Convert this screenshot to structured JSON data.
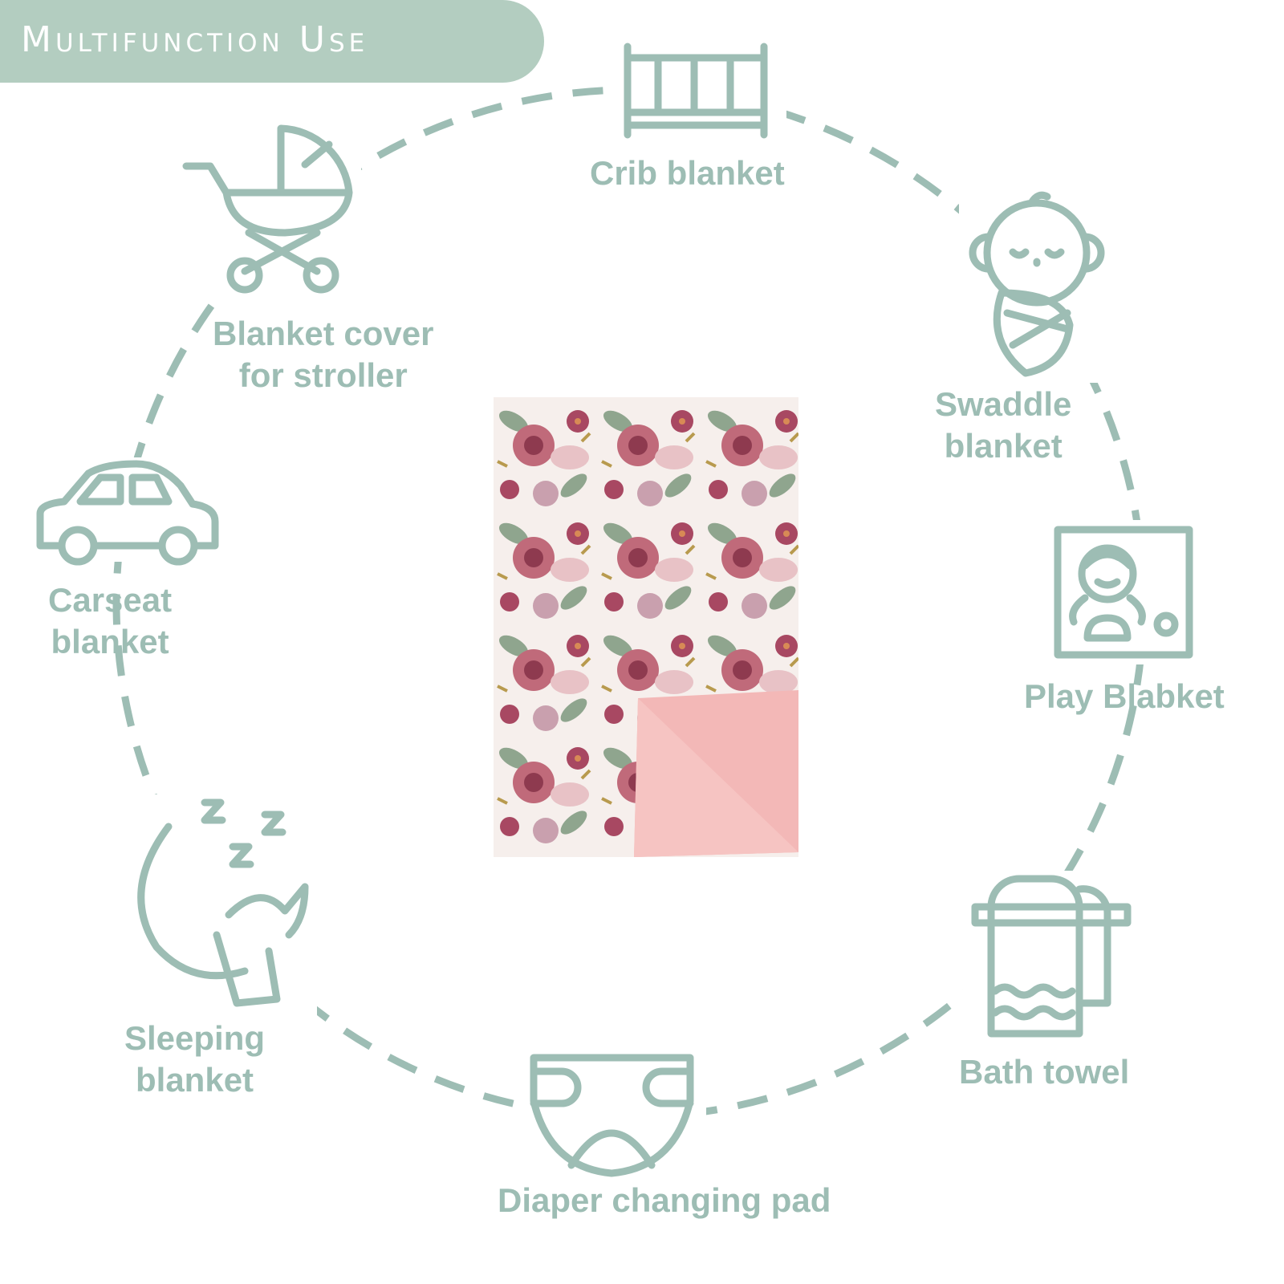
{
  "banner": {
    "title": "Multifunction Use"
  },
  "uses": [
    {
      "label": "Crib blanket",
      "icon": "crib-icon"
    },
    {
      "label": "Swaddle\nblanket",
      "icon": "swaddled-baby-icon"
    },
    {
      "label": "Play Blabket",
      "icon": "play-mat-icon"
    },
    {
      "label": "Bath towel",
      "icon": "towel-icon"
    },
    {
      "label": "Diaper changing pad",
      "icon": "diaper-icon"
    },
    {
      "label": "Sleeping\nblanket",
      "icon": "moon-sleep-icon"
    },
    {
      "label": "Carseat\nblanket",
      "icon": "car-icon"
    },
    {
      "label": "Blanket cover\nfor stroller",
      "icon": "stroller-icon"
    }
  ],
  "colors": {
    "accent": "#9dbdb4",
    "banner": "#b3cdc0",
    "minky_pink": "#f2b3b3"
  }
}
